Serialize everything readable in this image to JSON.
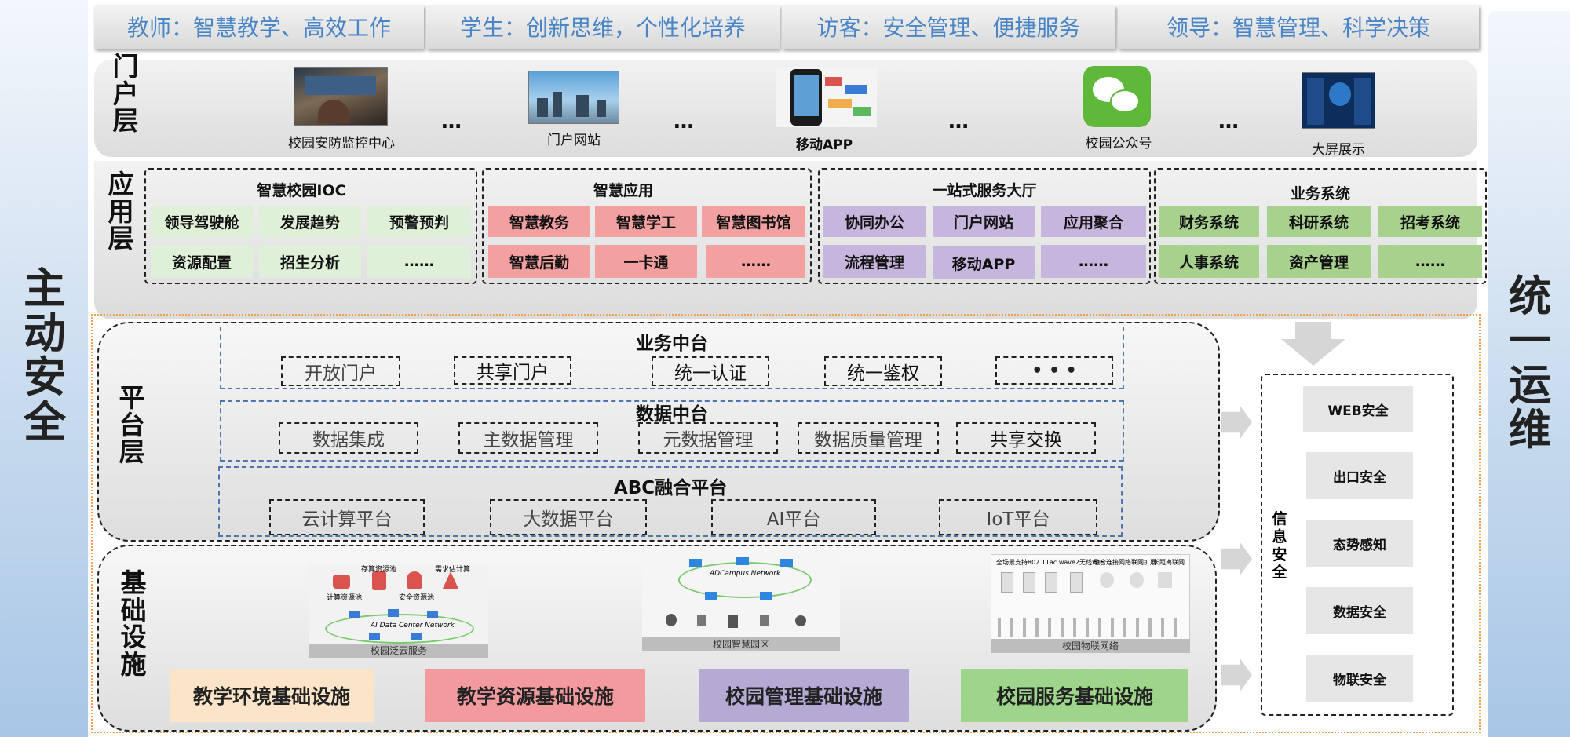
{
  "side": {
    "left": "主动安全",
    "right": "统一运维"
  },
  "roles": [
    "教师：智慧教学、高效工作",
    "学生：创新思维，个性化培养",
    "访客：安全管理、便捷服务",
    "领导：智慧管理、科学决策"
  ],
  "portal": {
    "label": "门户层",
    "items": [
      "校园安防监控中心",
      "门户网站",
      "移动APP",
      "校园公众号",
      "大屏展示"
    ],
    "ellipsis": "…"
  },
  "app": {
    "label": "应用层",
    "groups": [
      {
        "title": "智慧校园IOC",
        "cells": [
          "领导驾驶舱",
          "发展趋势",
          "预警预判",
          "资源配置",
          "招生分析",
          "……"
        ]
      },
      {
        "title": "智慧应用",
        "cells": [
          "智慧教务",
          "智慧学工",
          "智慧图书馆",
          "智慧后勤",
          "一卡通",
          "……"
        ]
      },
      {
        "title": "一站式服务大厅",
        "cells": [
          "协同办公",
          "门户网站",
          "应用聚合",
          "流程管理",
          "移动APP",
          "……"
        ]
      },
      {
        "title": "业务系统",
        "cells": [
          "财务系统",
          "科研系统",
          "招考系统",
          "人事系统",
          "资产管理",
          "……"
        ]
      }
    ]
  },
  "platform": {
    "label": "平台层",
    "business": {
      "title": "业务中台",
      "items": [
        "开放门户",
        "共享门户",
        "统一认证",
        "统一鉴权",
        "• • •"
      ]
    },
    "data": {
      "title": "数据中台",
      "items": [
        "数据集成",
        "主数据管理",
        "元数据管理",
        "数据质量管理",
        "共享交换"
      ]
    },
    "abc": {
      "title": "ABC融合平台",
      "items": [
        "云计算平台",
        "大数据平台",
        "AI平台",
        "IoT平台"
      ]
    }
  },
  "infra": {
    "label": "基础设施",
    "images": [
      {
        "caption": "校园泛云服务",
        "labels": [
          "存算资源池",
          "安全资源池",
          "需求估计算",
          "计算资源池",
          "AI Data Center Network"
        ]
      },
      {
        "caption": "校园智慧园区",
        "labels": [
          "ADCampus Network"
        ]
      },
      {
        "caption": "校园物联网络",
        "labels": [
          "全场景支持802.11ac wave2无线WiFi",
          "融合连接网络联网扩展",
          "长距离联网"
        ]
      }
    ],
    "blocks": [
      "教学环境基础设施",
      "教学资源基础设施",
      "校园管理基础设施",
      "校园服务基础设施"
    ]
  },
  "security": {
    "label": "信息安全",
    "items": [
      "WEB安全",
      "出口安全",
      "态势感知",
      "数据安全",
      "物联安全"
    ]
  },
  "colors": {
    "roleText": "#4a86c5",
    "green": "#dff0d8",
    "red": "#f2a0a0",
    "purple": "#c6b5dd",
    "lgreen": "#a9d18e",
    "peach": "#fce4c8",
    "infraRed": "#f29a9e",
    "infraPurple": "#b4aad4",
    "infraGreen": "#9fd58a",
    "dashBlue": "#4a77b0",
    "dashOrange": "#f0a050"
  }
}
